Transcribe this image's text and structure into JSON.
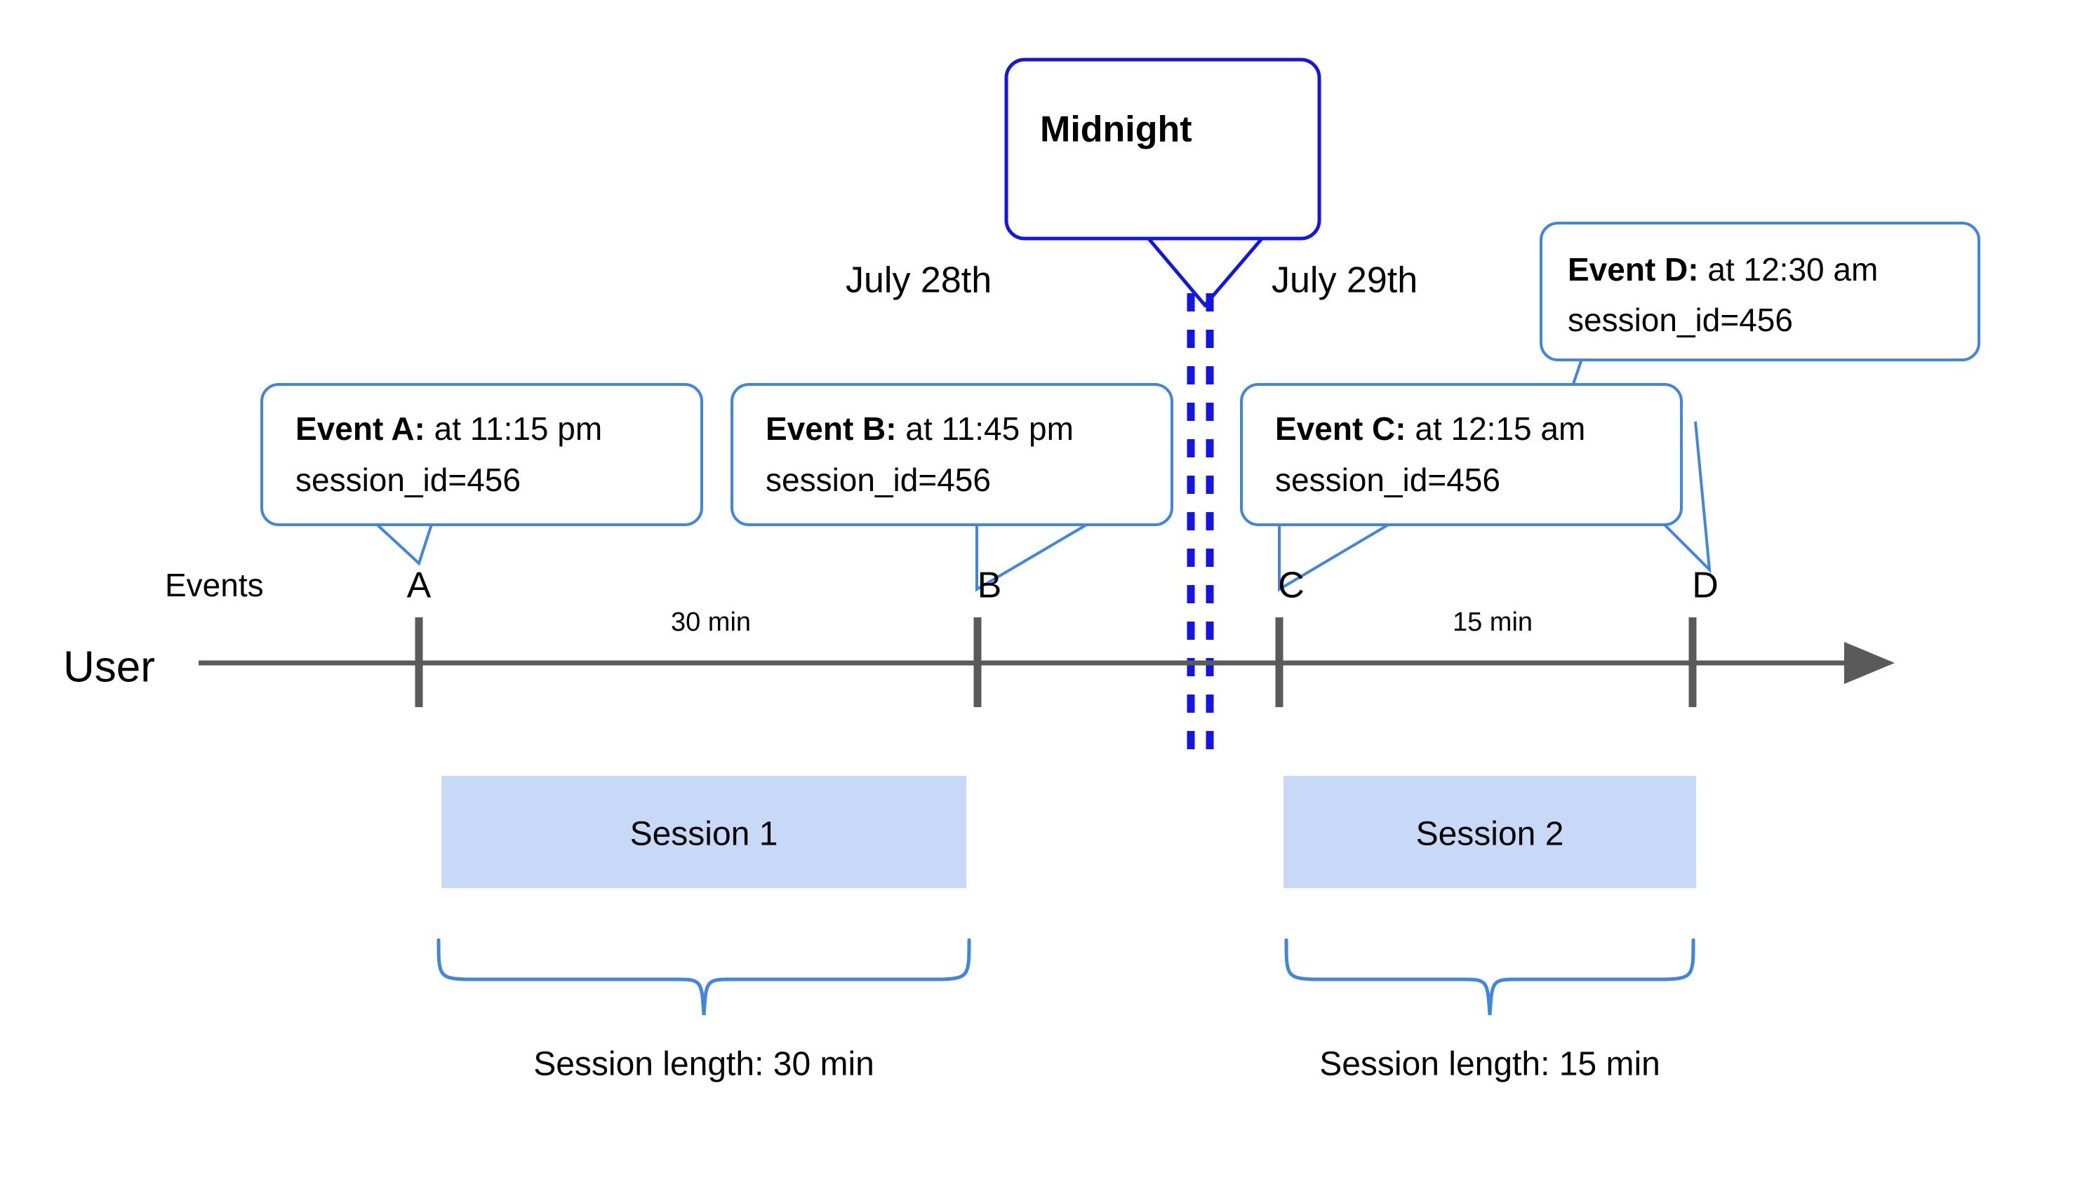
{
  "diagram": {
    "title": "Session splitting across midnight timeline",
    "colors": {
      "callout_border": "#4285de",
      "midnight_border": "#1414e6",
      "axis": "#5a5a5a",
      "session_fill": "#c8d8f7",
      "text": "#000000",
      "background": "#ffffff"
    }
  },
  "axis": {
    "row_label": "User",
    "events_label": "Events"
  },
  "dates": [
    {
      "label": "July 28th"
    },
    {
      "label": "July 29th"
    }
  ],
  "midnight": {
    "label": "Midnight"
  },
  "events": [
    {
      "letter": "A",
      "bold": "Event A:",
      "detail": " at 11:15 pm",
      "line2": "session_id=456"
    },
    {
      "letter": "B",
      "bold": "Event B:",
      "detail": " at 11:45 pm",
      "line2": "session_id=456"
    },
    {
      "letter": "C",
      "bold": "Event C:",
      "detail": " at 12:15 am",
      "line2": "session_id=456"
    },
    {
      "letter": "D",
      "bold": "Event D:",
      "detail": " at 12:30 am",
      "line2": "session_id=456"
    }
  ],
  "gaps": [
    {
      "label": "30 min"
    },
    {
      "label": "15 min"
    }
  ],
  "sessions": [
    {
      "name": "Session 1",
      "length_label": "Session length: 30 min"
    },
    {
      "name": "Session 2",
      "length_label": "Session length: 15 min"
    }
  ]
}
